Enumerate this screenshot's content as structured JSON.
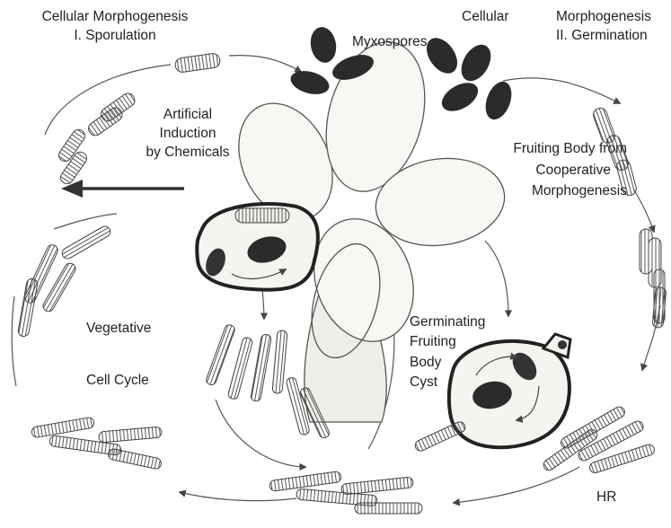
{
  "labels": {
    "sporulation_title": "Cellular Morphogenesis",
    "sporulation_sub": "I. Sporulation",
    "myxospores": "Myxospores",
    "germination_title_left": "Cellular",
    "germination_title_right": "Morphogenesis",
    "germination_sub": "II. Germination",
    "artificial_1": "Artificial",
    "artificial_2": "Induction",
    "artificial_3": "by Chemicals",
    "fruiting_1": "Fruiting Body from",
    "fruiting_2": "Cooperative",
    "fruiting_3": "Morphogenesis",
    "vegetative_1": "Vegetative",
    "vegetative_2": "Cell Cycle",
    "germinating_1": "Germinating",
    "germinating_2": "Fruiting",
    "germinating_3": "Body",
    "germinating_4": "Cyst",
    "hr": "HR"
  },
  "colors": {
    "ink": "#2a2a2a",
    "spore_fill": "#2b2b2b",
    "cell_hatch": "#6a6a6a",
    "lobe_fill": "#f7f7f3",
    "background": "#ffffff"
  }
}
